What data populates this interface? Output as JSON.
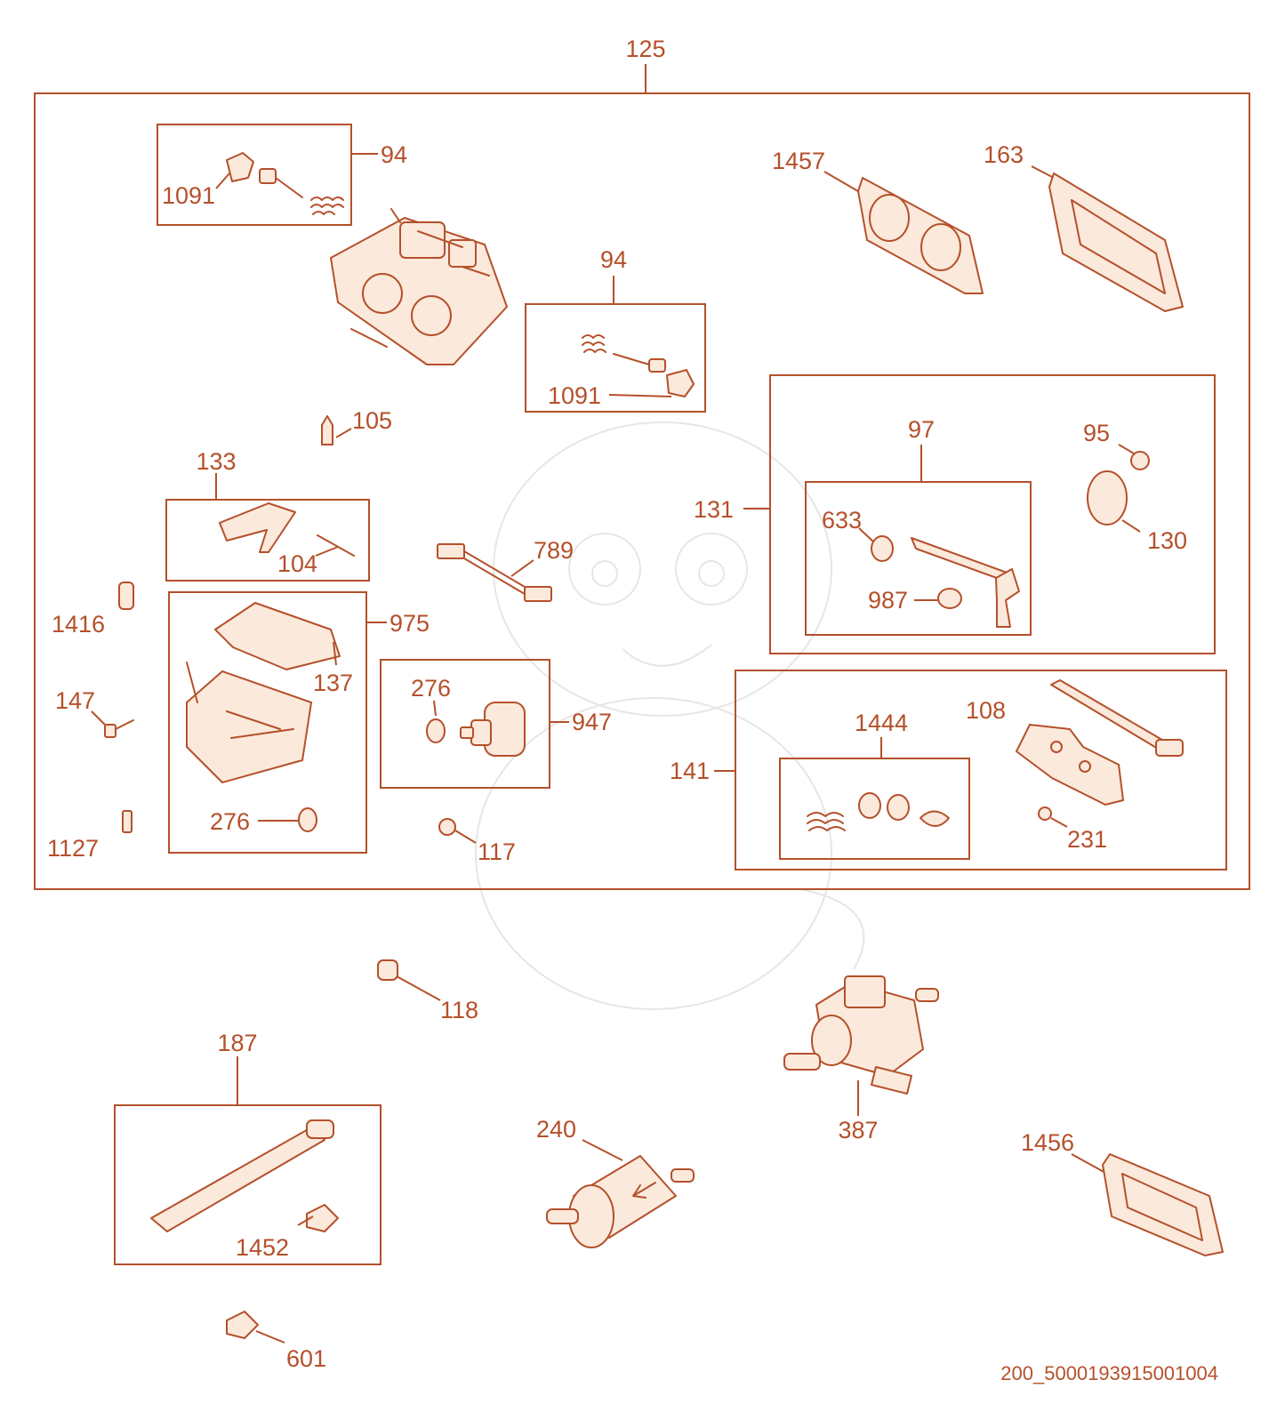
{
  "labels": {
    "p125": "125",
    "p94a": "94",
    "p1091a": "1091",
    "p1457": "1457",
    "p163": "163",
    "p94b": "94",
    "p1091b": "1091",
    "p105": "105",
    "p97": "97",
    "p95": "95",
    "p133": "133",
    "p131": "131",
    "p633": "633",
    "p130": "130",
    "p789": "789",
    "p104": "104",
    "p987": "987",
    "p1416": "1416",
    "p975": "975",
    "p137": "137",
    "p276a": "276",
    "p147": "147",
    "p947": "947",
    "p108": "108",
    "p1444": "1444",
    "p141": "141",
    "p276b": "276",
    "p1127": "1127",
    "p117": "117",
    "p231": "231",
    "p118": "118",
    "p187": "187",
    "p387": "387",
    "p240": "240",
    "p1456": "1456",
    "p1452": "1452",
    "p601": "601"
  },
  "reference_code": "200_5000193915001004",
  "colors": {
    "accent": "#b5502a",
    "fill": "#fbe9dc"
  }
}
